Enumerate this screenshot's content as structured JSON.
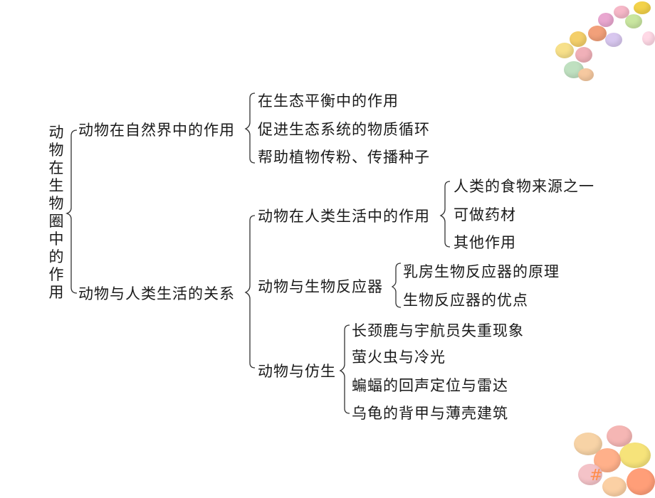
{
  "diagram": {
    "root": "动物在生物圈中的作用",
    "branch_nature": {
      "label": "动物在自然界中的作用",
      "items": [
        "在生态平衡中的作用",
        "促进生态系统的物质循环",
        "帮助植物传粉、传播种子"
      ]
    },
    "branch_human": {
      "label": "动物与人类生活的关系",
      "life": {
        "label": "动物在人类生活中的作用",
        "items": [
          "人类的食物来源之一",
          "可做药材",
          "其他作用"
        ]
      },
      "reactor": {
        "label": "动物与生物反应器",
        "items": [
          "乳房生物反应器的原理",
          "生物反应器的优点"
        ]
      },
      "bionics": {
        "label": "动物与仿生",
        "items": [
          "长颈鹿与宇航员失重现象",
          "萤火虫与冷光",
          "蝙蝠的回声定位与雷达",
          "乌龟的背甲与薄壳建筑"
        ]
      }
    }
  },
  "decor": {
    "corner_symbol": "#"
  }
}
